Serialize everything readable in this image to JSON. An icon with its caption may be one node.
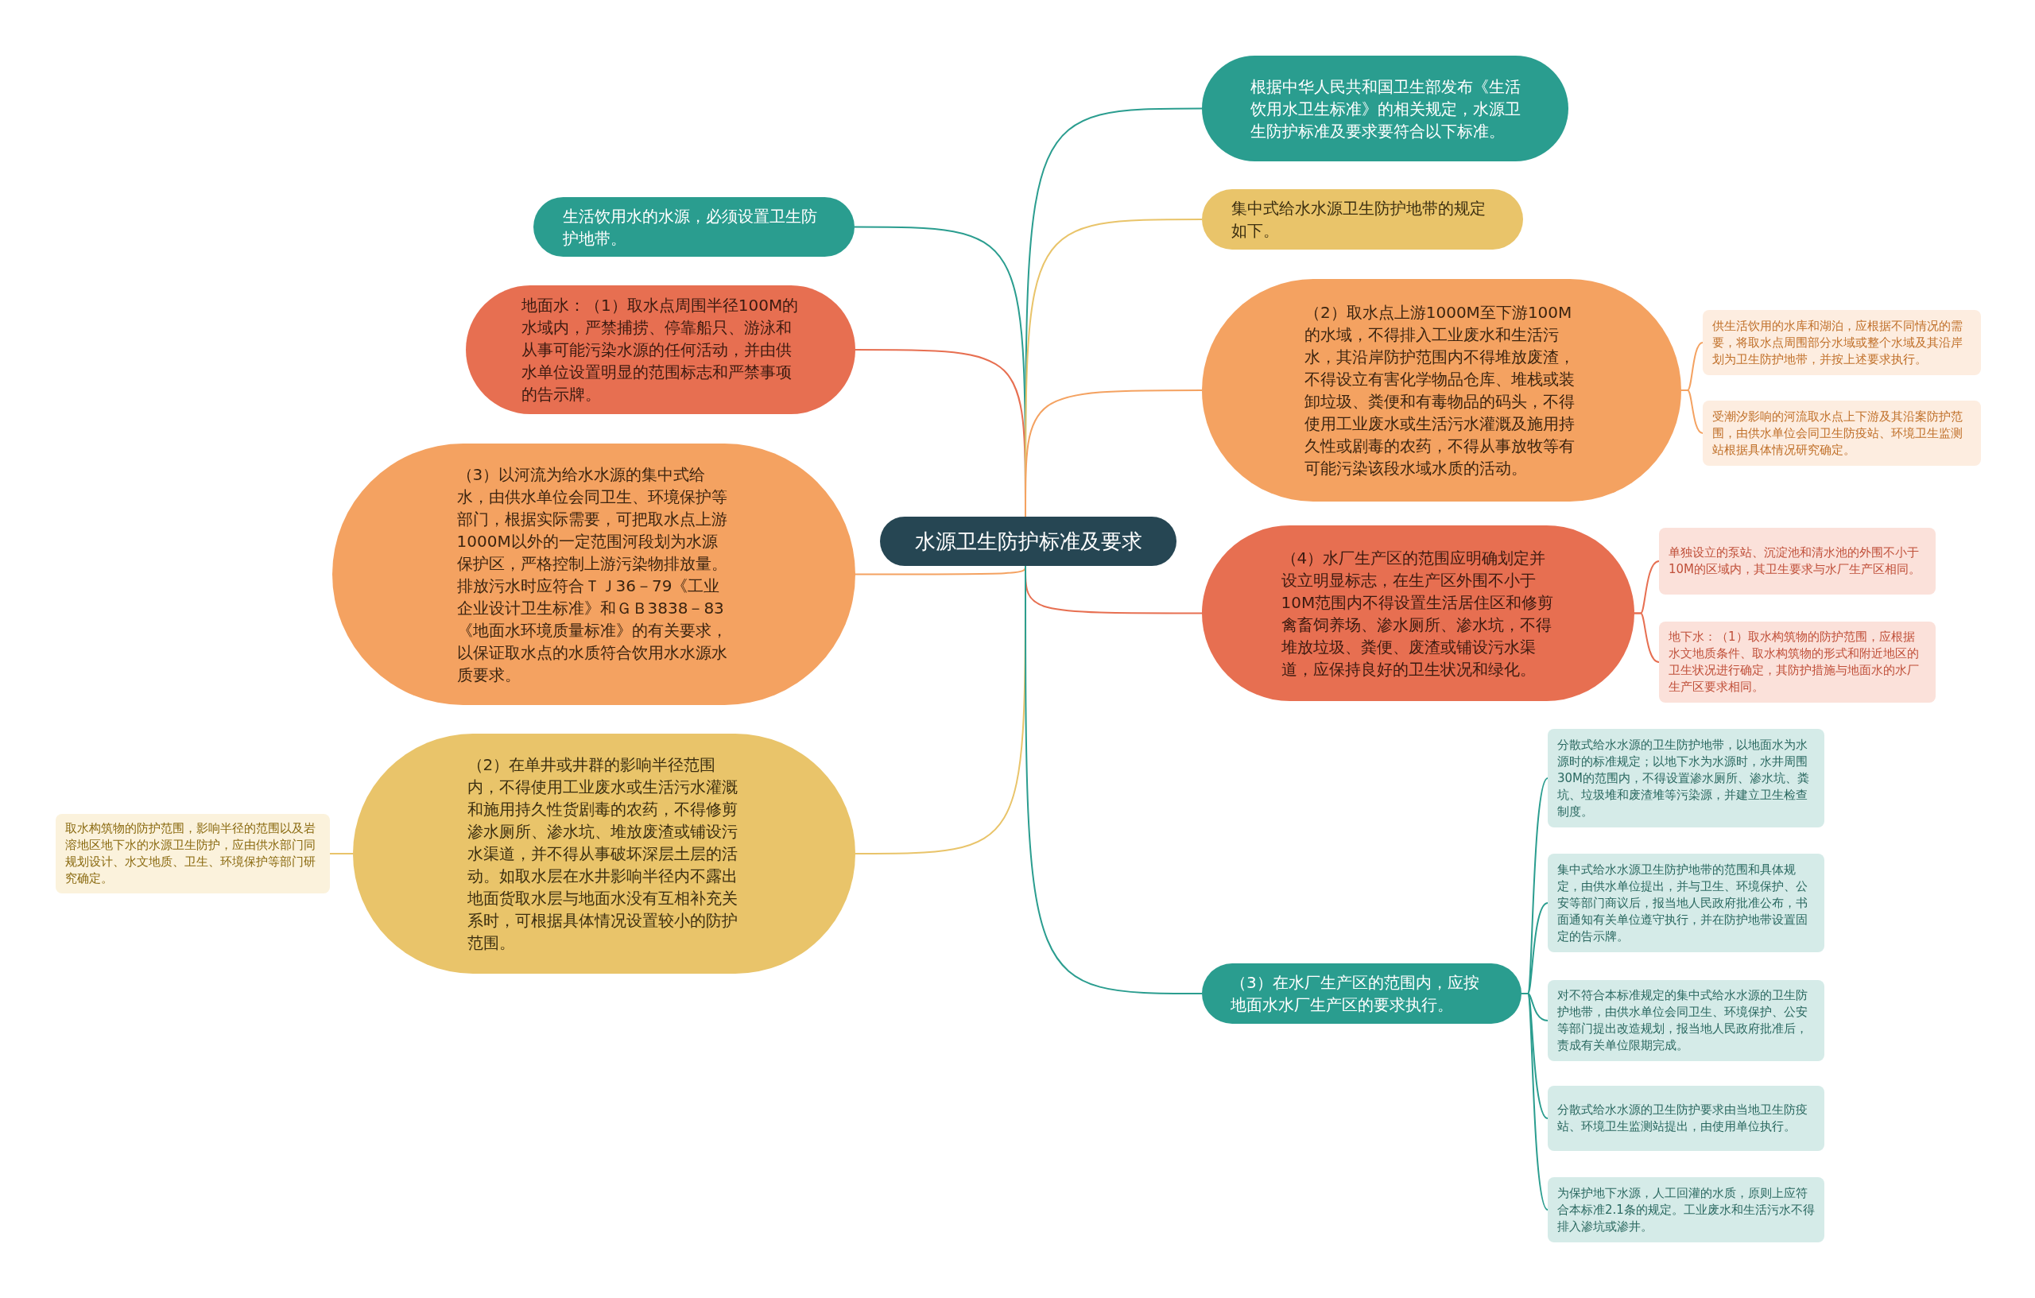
{
  "diagram": {
    "nodes": [
      {
        "text": [
          "水源卫生防护标准及要求"
        ]
      },
      {
        "text": [
          "生活饮用水的水源，必须设置卫生防护地带。"
        ]
      },
      {
        "text": [
          "地面水：（1）取水点周围半径100M的水域内，严禁捕捞、停靠船只、游泳和从事可能污染水源的任何活动，并由供水单位设置明显的范围标志和严禁事项的告示牌。"
        ]
      },
      {
        "text": [
          "（3）以河流为给水水源的集中式给水，由供水单位会同卫生、环境保护等部门，根据实际需要，可把取水点上游1000M以外的一定范围河段划为水源保护区，严格控制上游污染物排放量。排放污水时应符合ＴＪ36－79《工业企业设计卫生标准》和ＧＢ3838－83《地面水环境质量标准》的有关要求，以保证取水点的水质符合饮用水水源水质要求。"
        ]
      },
      {
        "text": [
          "（2）在单井或井群的影响半径范围内，不得使用工业废水或生活污水灌溉和施用持久性货剧毒的农药，不得修剪渗水厕所、渗水坑、堆放废渣或铺设污水渠道，并不得从事破坏深层土层的活动。如取水层在水井影响半径内不露出地面货取水层与地面水没有互相补充关系时，可根据具体情况设置较小的防护范围。"
        ]
      },
      {
        "text": [
          "取水构筑物的防护范围，影响半径的范围以及岩溶地区地下水的水源卫生防护，应由供水部门同规划设计、水文地质、卫生、环境保护等部门研究确定。"
        ]
      },
      {
        "text": [
          "根据中华人民共和国卫生部发布《生活饮用水卫生标准》的相关规定，水源卫生防护标准及要求要符合以下标准。"
        ]
      },
      {
        "text": [
          "集中式给水水源卫生防护地带的规定如下。"
        ]
      },
      {
        "text": [
          "（2）取水点上游1000M至下游100M的水域，不得排入工业废水和生活污水，其沿岸防护范围内不得堆放废渣，不得设立有害化学物品仓库、堆栈或装卸垃圾、粪便和有毒物品的码头，不得使用工业废水或生活污水灌溉及施用持久性或剧毒的农药，不得从事放牧等有可能污染该段水域水质的活动。"
        ]
      },
      {
        "text": [
          "供生活饮用的水库和湖泊，应根据不同情况的需要，将取水点周围部分水域或整个水域及其沿岸划为卫生防护地带，并按上述要求执行。"
        ]
      },
      {
        "text": [
          "受潮汐影响的河流取水点上下游及其沿案防护范围，由供水单位会同卫生防疫站、环境卫生监测站根据具体情况研究确定。"
        ]
      },
      {
        "text": [
          "（4）水厂生产区的范围应明确划定并设立明显标志，在生产区外围不小于10M范围内不得设置生活居住区和修剪禽畜饲养场、渗水厕所、渗水坑，不得堆放垃圾、粪便、废渣或铺设污水渠道，应保持良好的卫生状况和绿化。"
        ]
      },
      {
        "text": [
          "单独设立的泵站、沉淀池和清水池的外围不小于10M的区域内，其卫生要求与水厂生产区相同。"
        ]
      },
      {
        "text": [
          "地下水：（1）取水构筑物的防护范围，应根据水文地质条件、取水构筑物的形式和附近地区的卫生状况进行确定，其防护措施与地面水的水厂生产区要求相同。"
        ]
      },
      {
        "text": [
          "（3）在水厂生产区的范围内，应按地面水水厂生产区的要求执行。"
        ]
      },
      {
        "text": [
          "分散式给水水源的卫生防护地带，以地面水为水源时的标准规定；以地下水为水源时，水井周围30M的范围内，不得设置渗水厕所、渗水坑、粪坑、垃圾堆和废渣堆等污染源，并建立卫生检查制度。"
        ]
      },
      {
        "text": [
          "集中式给水水源卫生防护地带的范围和具体规定，由供水单位提出，并与卫生、环境保护、公安等部门商议后，报当地人民政府批准公布，书面通知有关单位遵守执行，并在防护地带设置固定的告示牌。"
        ]
      },
      {
        "text": [
          "对不符合本标准规定的集中式给水水源的卫生防护地带，由供水单位会同卫生、环境保护、公安等部门提出改造规划，报当地人民政府批准后，责成有关单位限期完成。"
        ]
      },
      {
        "text": [
          "分散式给水水源的卫生防护要求由当地卫生防疫站、环境卫生监测站提出，由使用单位执行。"
        ]
      },
      {
        "text": [
          "为保护地下水源，人工回灌的水质，原则上应符合本标准2.1条的规定。工业废水和生活污水不得排入渗坑或渗井。"
        ]
      }
    ],
    "edges": [
      {
        "from": 0,
        "to": 1,
        "arrow": "none"
      },
      {
        "from": 0,
        "to": 2,
        "arrow": "none",
        "color": "#e76f51"
      },
      {
        "from": 0,
        "to": 3,
        "arrow": "none",
        "color": "#f4a261"
      },
      {
        "from": 0,
        "to": 4,
        "arrow": "none",
        "color": "#e9c46a"
      },
      {
        "from": 4,
        "to": 5,
        "arrow": "none",
        "color": "#e9c46a"
      },
      {
        "from": 0,
        "to": 6,
        "arrow": "none"
      },
      {
        "from": 0,
        "to": 7,
        "arrow": "none",
        "color": "#e9c46a"
      },
      {
        "from": 0,
        "to": 8,
        "arrow": "none",
        "color": "#f4a261"
      },
      {
        "from": 8,
        "to": 9,
        "arrow": "none",
        "color": "#f4a261"
      },
      {
        "from": 8,
        "to": 10,
        "arrow": "none",
        "color": "#f4a261"
      },
      {
        "from": 0,
        "to": 11,
        "arrow": "none",
        "color": "#e76f51"
      },
      {
        "from": 11,
        "to": 12,
        "arrow": "none",
        "color": "#e76f51"
      },
      {
        "from": 11,
        "to": 13,
        "arrow": "none",
        "color": "#e76f51"
      },
      {
        "from": 0,
        "to": 14,
        "arrow": "none"
      },
      {
        "from": 14,
        "to": 15,
        "arrow": "none"
      },
      {
        "from": 14,
        "to": 16,
        "arrow": "none"
      },
      {
        "from": 14,
        "to": 17,
        "arrow": "none"
      },
      {
        "from": 14,
        "to": 18,
        "arrow": "none"
      },
      {
        "from": 14,
        "to": 19,
        "arrow": "none"
      }
    ]
  }
}
